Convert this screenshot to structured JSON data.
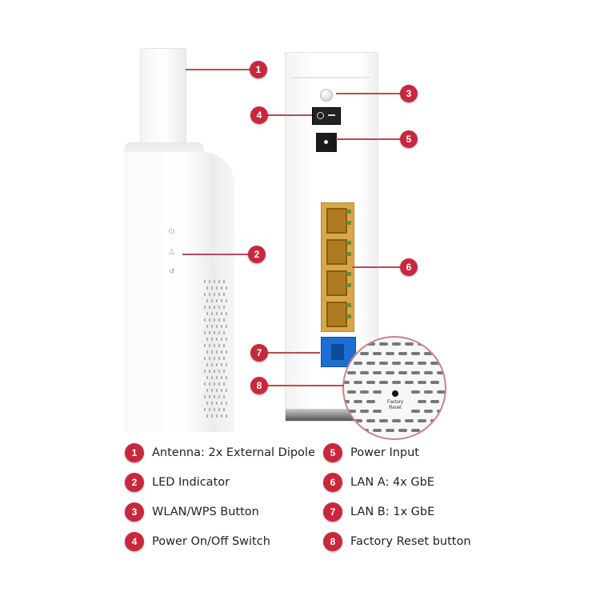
{
  "diagram": {
    "subject": "Router front-side and rear panel callout diagram",
    "accent_color": "#c8283c",
    "callouts": [
      {
        "number": "1",
        "label": "Antenna: 2x External Dipole"
      },
      {
        "number": "2",
        "label": "LED Indicator"
      },
      {
        "number": "3",
        "label": "WLAN/WPS Button"
      },
      {
        "number": "4",
        "label": "Power On/Off Switch"
      },
      {
        "number": "5",
        "label": "Power Input"
      },
      {
        "number": "6",
        "label": "LAN A: 4x GbE"
      },
      {
        "number": "7",
        "label": "LAN B: 1x GbE"
      },
      {
        "number": "8",
        "label": "Factory Reset button"
      }
    ],
    "magnifier_text": [
      "Factory",
      "Reset"
    ]
  }
}
